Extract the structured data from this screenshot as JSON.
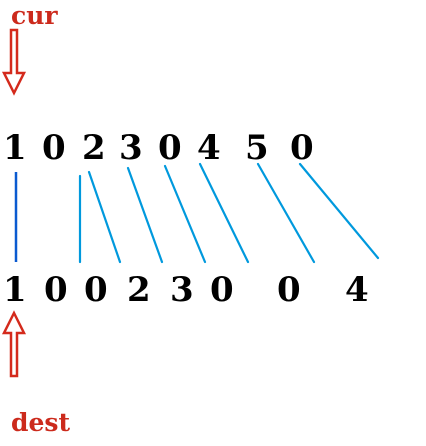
{
  "labels": {
    "cur": "cur",
    "dest": "dest"
  },
  "source_digits": [
    "1",
    "0",
    "2",
    "3",
    "0",
    "4",
    "5",
    "0"
  ],
  "dest_digits": [
    "1",
    "0",
    "0",
    "2",
    "3",
    "0",
    "0",
    "4"
  ],
  "colors": {
    "label": "#cc2a1c",
    "arrow": "#d42a1c",
    "line": "#0099dd",
    "divider": "#0a5ad0",
    "digit": "#000000"
  }
}
